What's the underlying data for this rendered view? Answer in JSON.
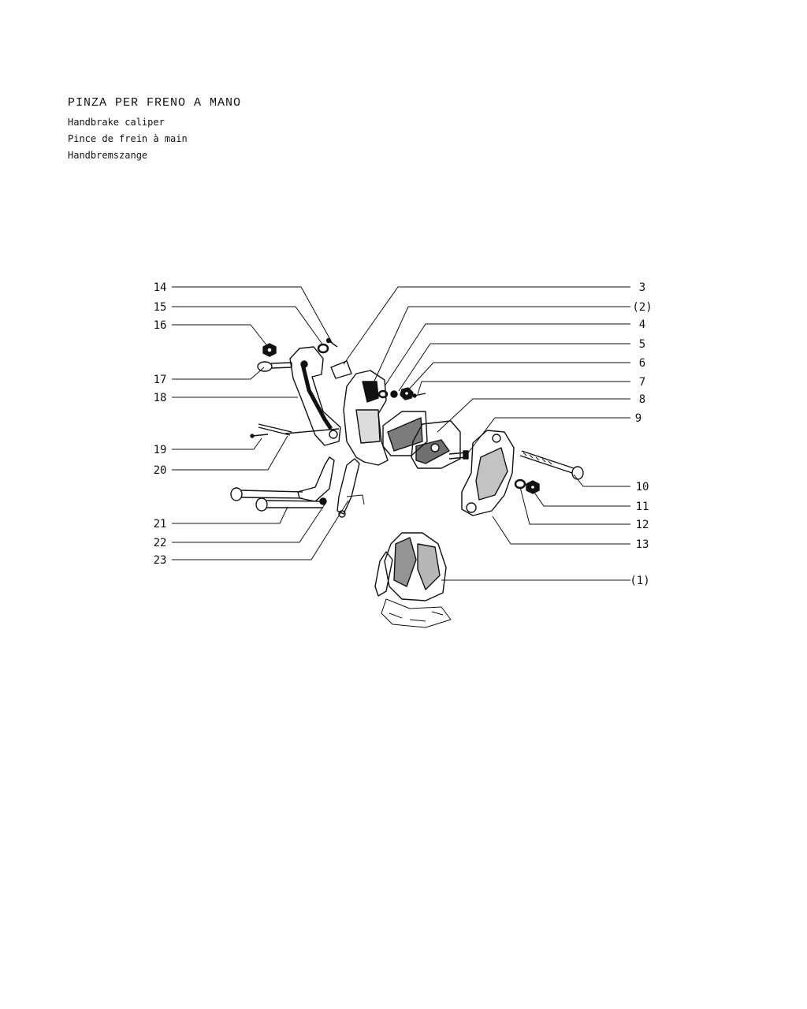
{
  "header": {
    "title": "PINZA PER FRENO A MANO",
    "subtitle_en": "Handbrake caliper",
    "subtitle_fr": "Pince de frein à main",
    "subtitle_de": "Handbremszange"
  },
  "callouts_left": [
    "14",
    "15",
    "16",
    "17",
    "18",
    "19",
    "20",
    "21",
    "22",
    "23"
  ],
  "callouts_right": [
    "3",
    "(2)",
    "4",
    "5",
    "6",
    "7",
    "8",
    "9",
    "10",
    "11",
    "12",
    "13",
    "(1)"
  ],
  "colors": {
    "ink": "#111111",
    "paper": "#ffffff"
  }
}
